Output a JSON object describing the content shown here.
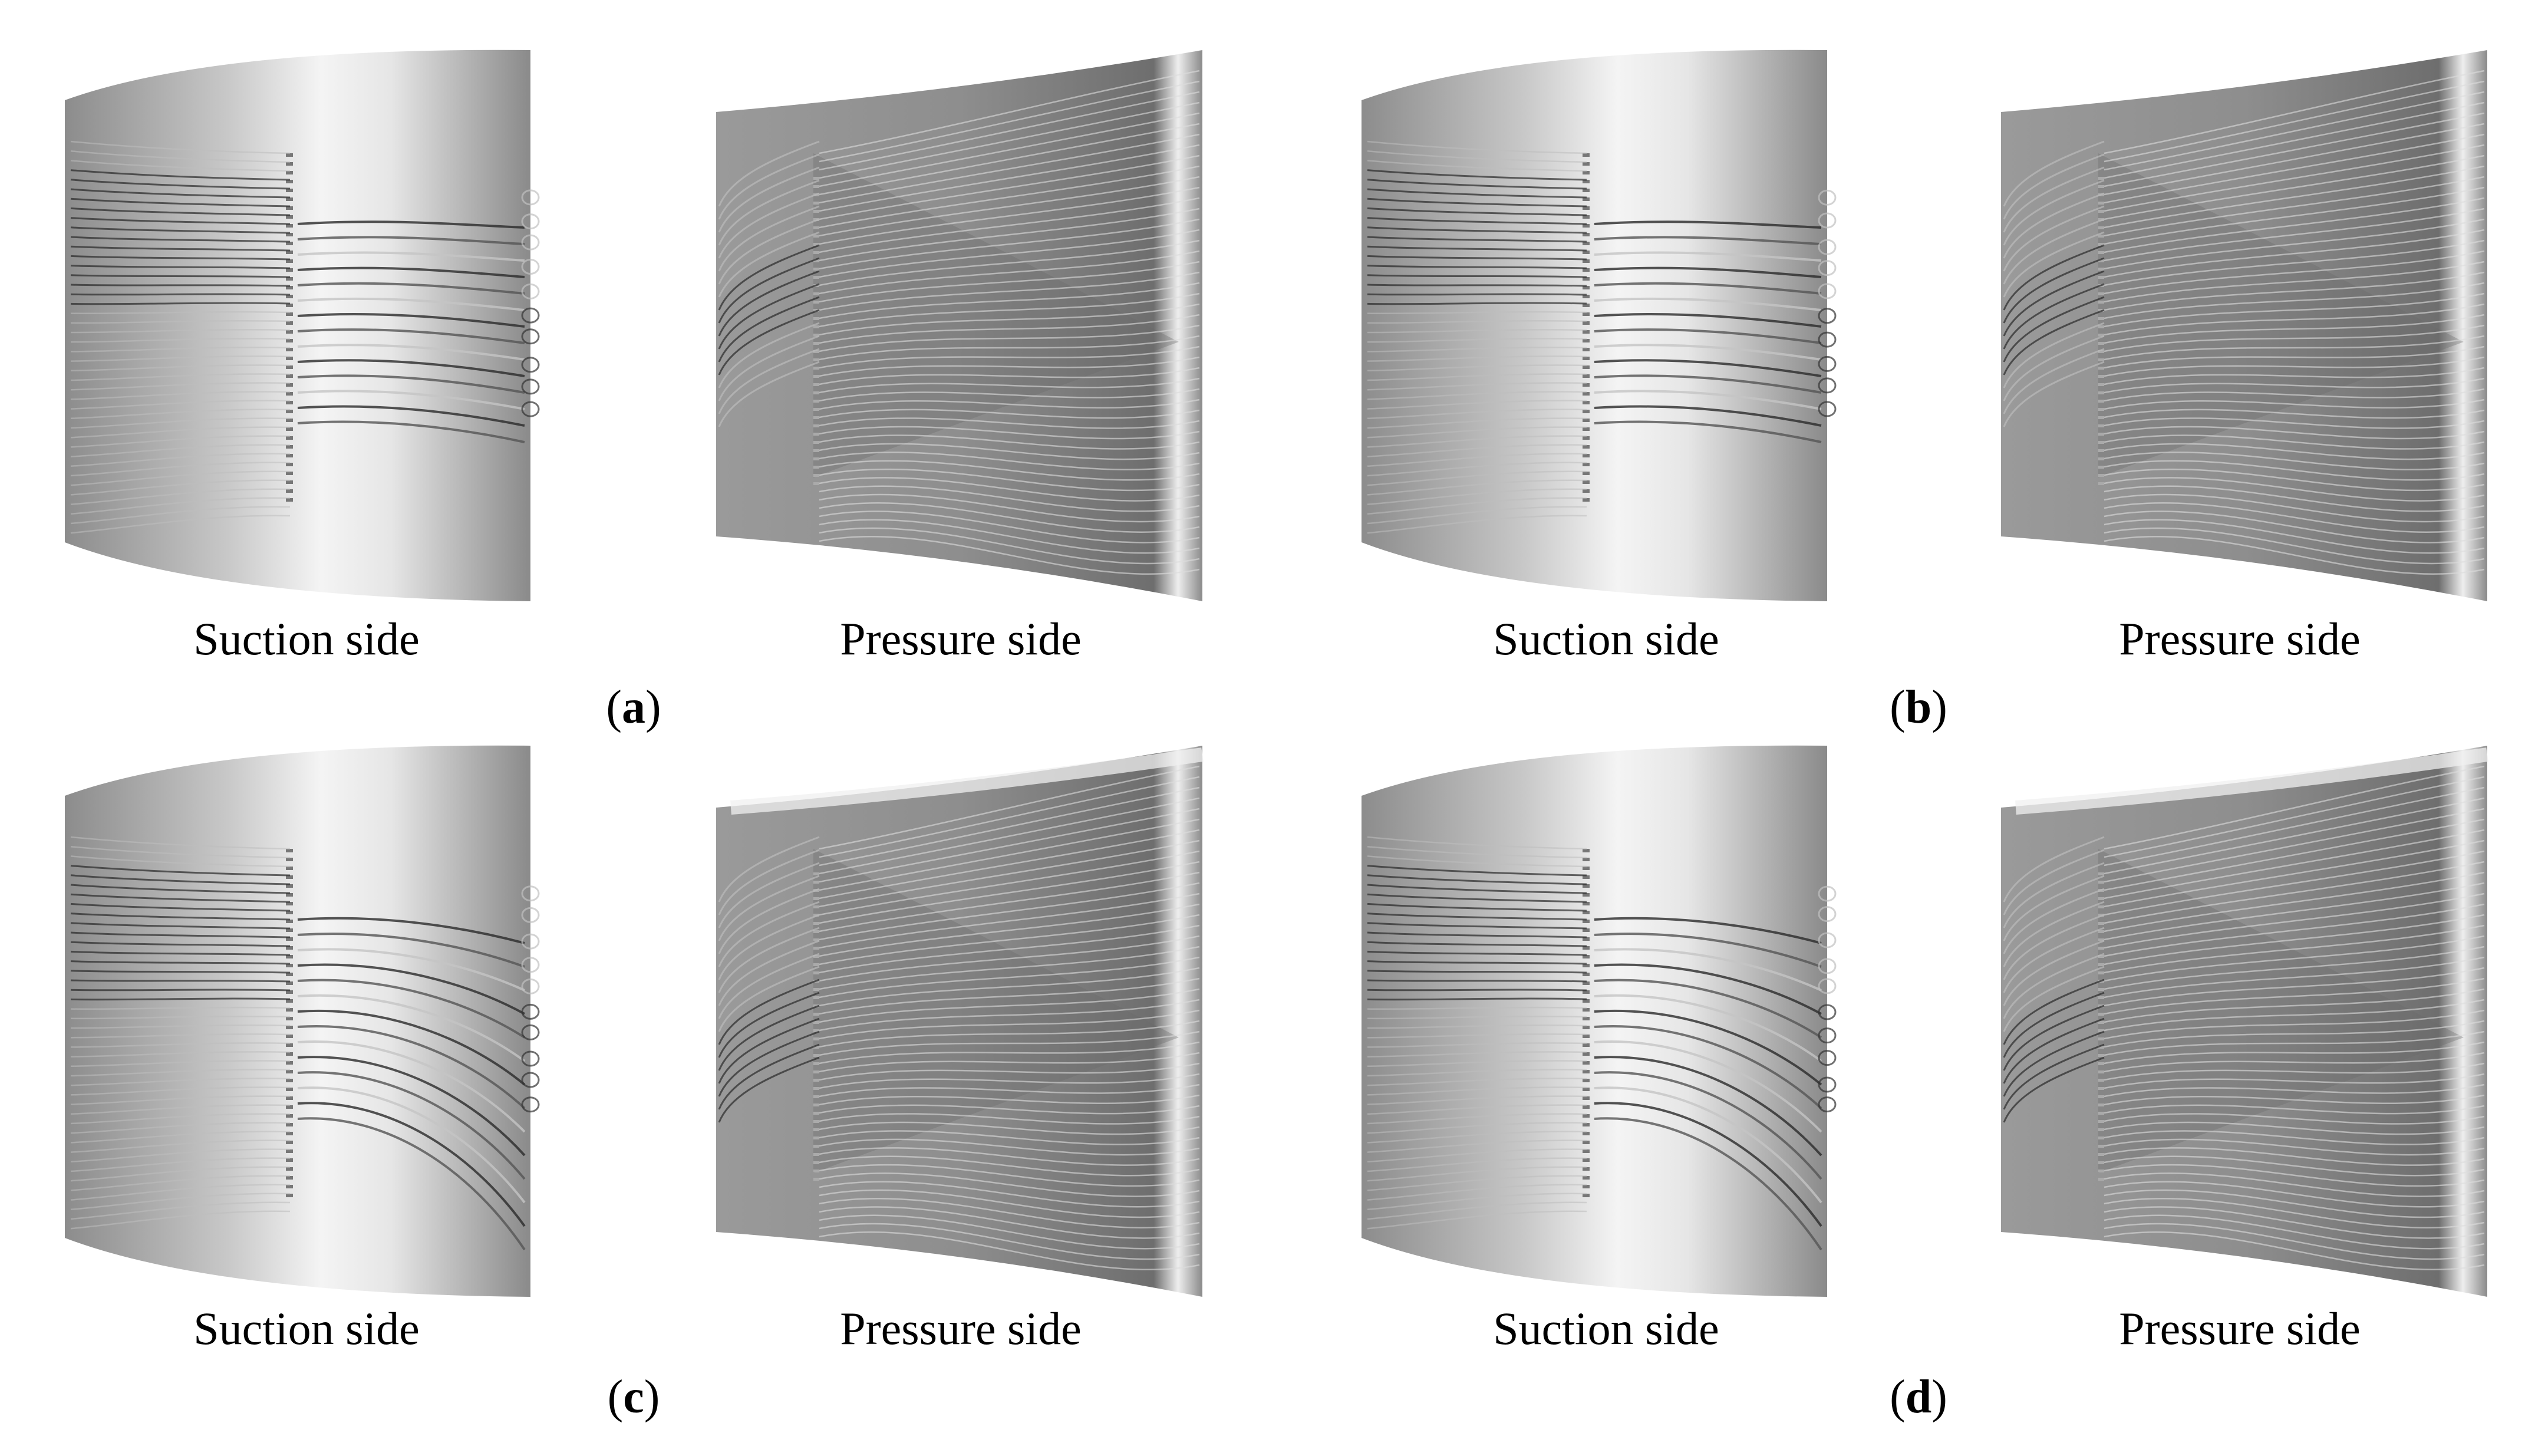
{
  "figure": {
    "panels": [
      {
        "letter": "a",
        "suction_caption": "Suction side",
        "pressure_caption": "Pressure side"
      },
      {
        "letter": "b",
        "suction_caption": "Suction side",
        "pressure_caption": "Pressure side"
      },
      {
        "letter": "c",
        "suction_caption": "Suction side",
        "pressure_caption": "Pressure side"
      },
      {
        "letter": "d",
        "suction_caption": "Suction side",
        "pressure_caption": "Pressure side"
      }
    ]
  },
  "colors": {
    "blade_dark": "#7a7a7a",
    "blade_light": "#f2f2f2",
    "streamline_dark": "#2a2a2a",
    "streamline_light": "#d8d8d8"
  }
}
